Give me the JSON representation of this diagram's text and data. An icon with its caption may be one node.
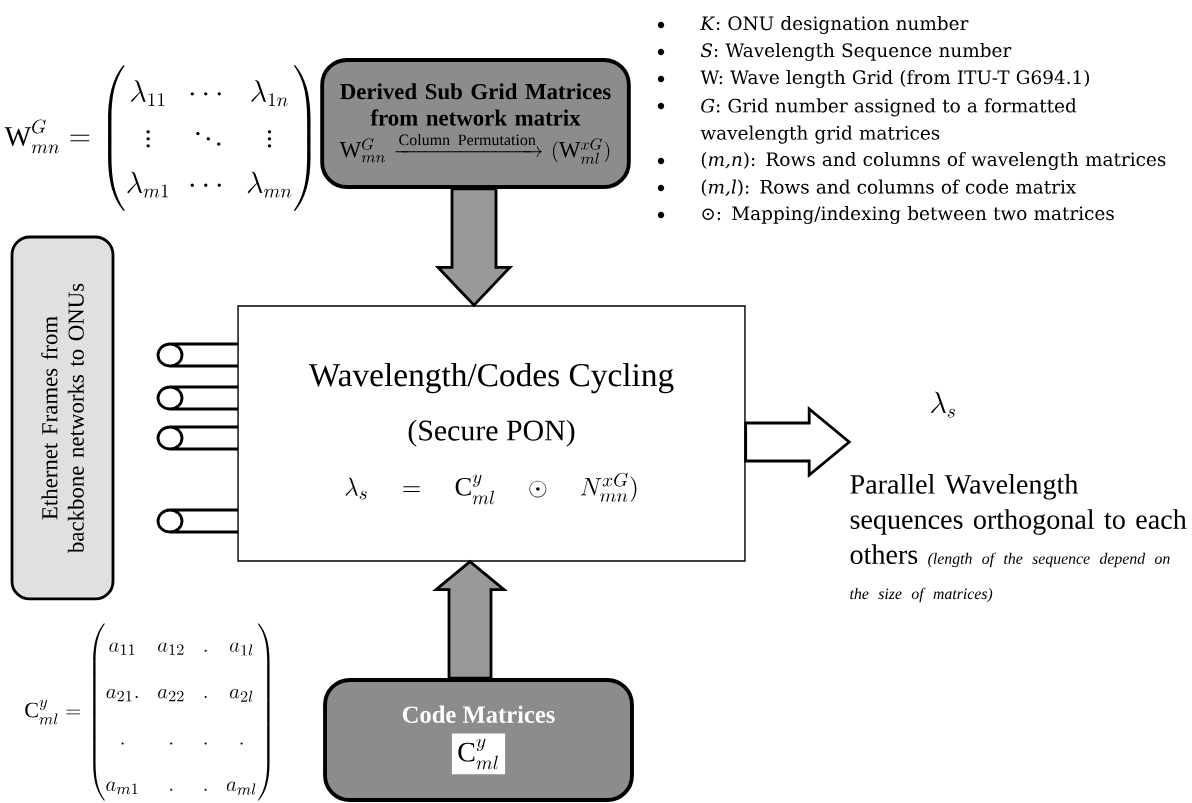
{
  "diagram": {
    "nodes": [
      {
        "text": [
          "Derived Sub Grid Matrices from network matrix",
          "\\mathrm{W}_{mn}^{G}\\xrightarrow{\\text{Column Permutation}}(\\mathrm{W}_{ml}^{xG})"
        ]
      },
      {
        "text": [
          "Wavelength/Codes Cycling",
          "(Secure PON)",
          "\\lambda_s \\quad=\\quad \\mathrm{C}_{ml}^{y}\\quad\\odot\\quad N_{mn}^{xG})"
        ]
      },
      {
        "text": [
          "Ethernet Frames from backbone networks to ONUs"
        ]
      },
      {
        "text": [
          "Code Matrices",
          "\\mathrm{C}_{ml}^{y}"
        ]
      },
      {
        "text": [
          "\\lambda_s",
          "Parallel Wavelength sequences orthogonal to each others",
          "(length of the sequence depend on the size of matrices)"
        ]
      }
    ],
    "edges": [
      {
        "from": 0,
        "to": 1,
        "arrow": "to"
      },
      {
        "from": 3,
        "to": 1,
        "arrow": "to"
      },
      {
        "from": 1,
        "to": 4,
        "arrow": "to",
        "color": "#ffffff"
      }
    ],
    "labels": [
      "\\mathrm{W}_{mn}^{G}=\\begin{pmatrix}\\lambda_{11} & \\cdots & \\lambda_{1n}\\\\ \\vdots & \\ddots & \\vdots\\\\ \\lambda_{m1} & \\cdots & \\lambda_{mn}\\end{pmatrix}",
      "\\mathrm{C}_{ml}^{y}=\\begin{pmatrix}a_{11} & a_{12} & . & a_{1l}\\\\ a_{21}. & a_{22} & . & a_{2l}\\\\ . & . & . & .\\\\ a_{m1} & . & . & a_{ml}\\end{pmatrix}",
      "*K*: ONU designation number",
      "*S*: Wavelength Sequence number",
      "W: Wave length Grid (from ITU-T G694.1)",
      "*G*: Grid number assigned to a formatted wavelength grid matrices",
      "(*m,n*): Rows and columns of wavelength matrices",
      "(*m,l*): Rows and columns of code matrix",
      "⊙: Mapping/indexing between two matrices"
    ]
  }
}
